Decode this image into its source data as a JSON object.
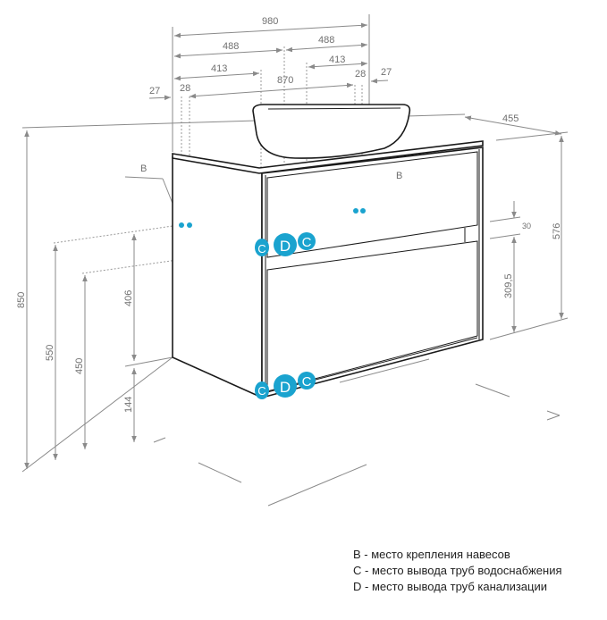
{
  "dimensions": {
    "total_width": "980",
    "half_left": "488",
    "half_right": "488",
    "offset_left": "413",
    "offset_right": "413",
    "inner_width": "870",
    "edge_left": "27",
    "edge_right": "27",
    "hole_left": "28",
    "hole_right": "28",
    "depth": "455",
    "front_height": "576",
    "gap": "30",
    "drawer_height": "309,5",
    "total_height": "850",
    "mount_upper": "550",
    "mount_lower": "450",
    "pipe_span": "406",
    "bottom_offset": "144"
  },
  "markers": {
    "b": "B",
    "c": "C",
    "d": "D"
  },
  "colors": {
    "marker": "#1aa3cf"
  },
  "legend": [
    "B - место крепления навесов",
    "C - место вывода труб водоснабжения",
    "D - место вывода труб канализации"
  ]
}
